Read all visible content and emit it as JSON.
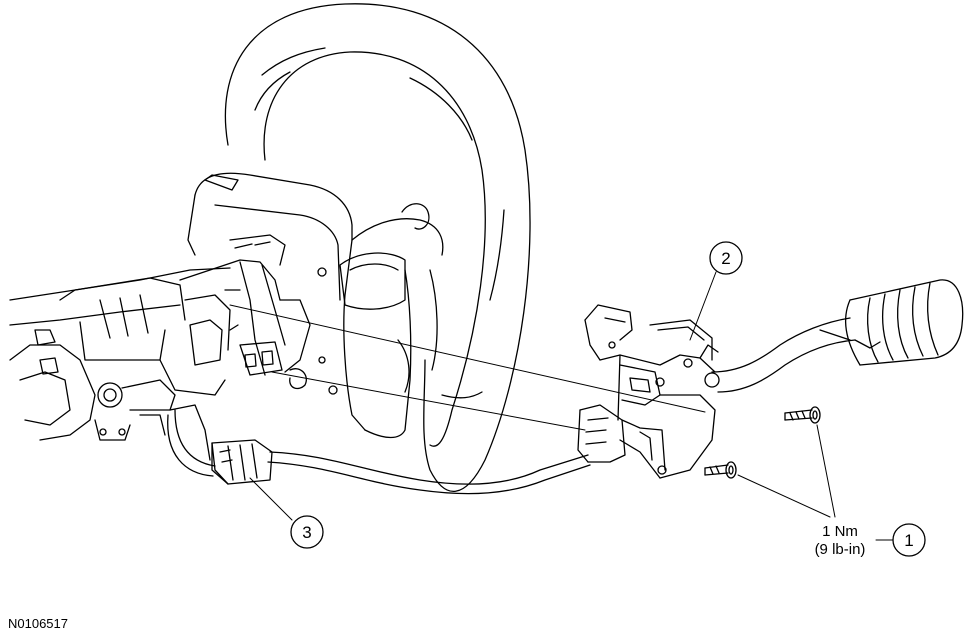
{
  "callouts": [
    {
      "number": "1"
    },
    {
      "number": "2"
    },
    {
      "number": "3"
    }
  ],
  "torque": {
    "value_metric": "1 Nm",
    "value_imperial": "(9 lb-in)"
  },
  "figure_id": "N0106517",
  "colors": {
    "line": "#000000",
    "background": "#ffffff"
  }
}
